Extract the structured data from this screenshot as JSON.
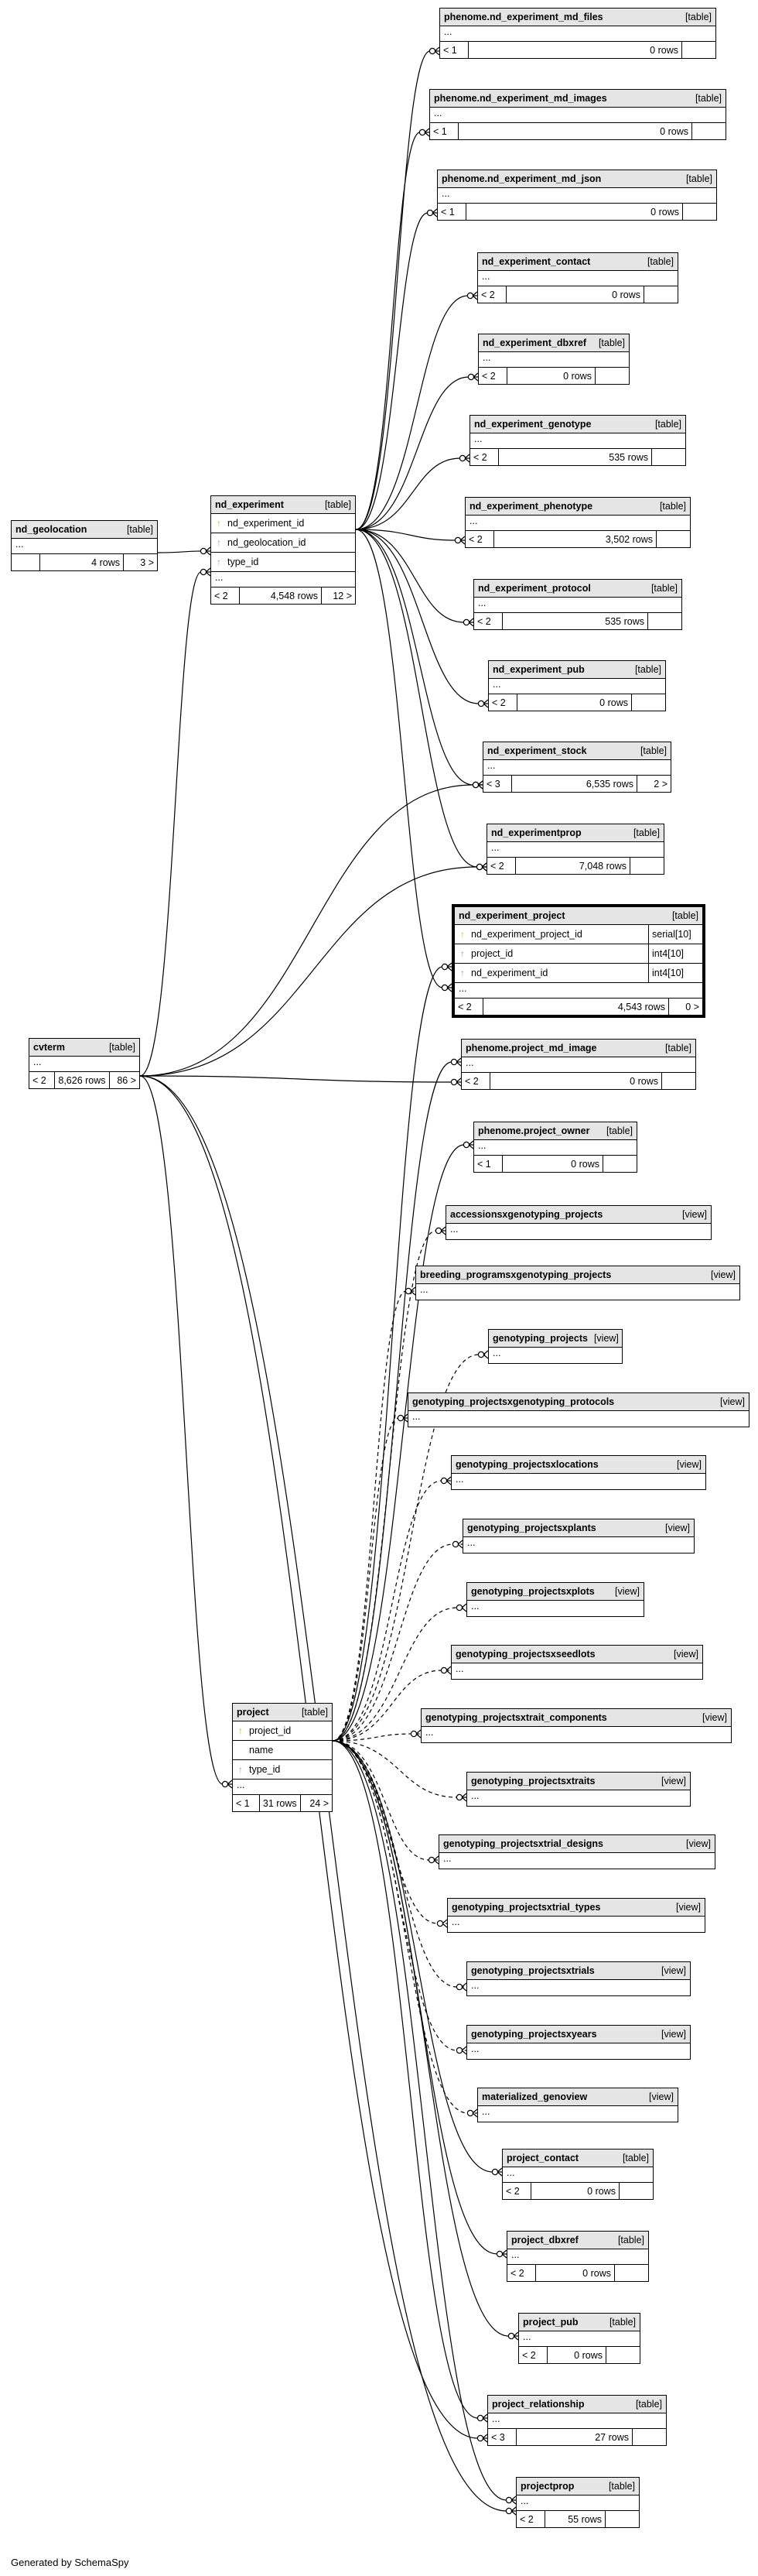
{
  "footer": "Generated by SchemaSpy",
  "colors": {
    "primary_key": "#e3b400",
    "foreign_key": "#9a9a9a",
    "header_bg": "#e5e5e5"
  },
  "tables": [
    {
      "id": "t_md_files",
      "name": "phenome.nd_experiment_md_files",
      "kind": "[table]",
      "columns": [],
      "stats": {
        "parents": "< 1",
        "rows": "0 rows",
        "children": ""
      }
    },
    {
      "id": "t_md_images",
      "name": "phenome.nd_experiment_md_images",
      "kind": "[table]",
      "columns": [],
      "stats": {
        "parents": "< 1",
        "rows": "0 rows",
        "children": ""
      }
    },
    {
      "id": "t_md_json",
      "name": "phenome.nd_experiment_md_json",
      "kind": "[table]",
      "columns": [],
      "stats": {
        "parents": "< 1",
        "rows": "0 rows",
        "children": ""
      }
    },
    {
      "id": "t_contact",
      "name": "nd_experiment_contact",
      "kind": "[table]",
      "columns": [],
      "stats": {
        "parents": "< 2",
        "rows": "0 rows",
        "children": ""
      }
    },
    {
      "id": "t_dbxref",
      "name": "nd_experiment_dbxref",
      "kind": "[table]",
      "columns": [],
      "stats": {
        "parents": "< 2",
        "rows": "0 rows",
        "children": ""
      }
    },
    {
      "id": "t_genotype",
      "name": "nd_experiment_genotype",
      "kind": "[table]",
      "columns": [],
      "stats": {
        "parents": "< 2",
        "rows": "535 rows",
        "children": ""
      }
    },
    {
      "id": "t_phenotype",
      "name": "nd_experiment_phenotype",
      "kind": "[table]",
      "columns": [],
      "stats": {
        "parents": "< 2",
        "rows": "3,502 rows",
        "children": ""
      }
    },
    {
      "id": "t_protocol",
      "name": "nd_experiment_protocol",
      "kind": "[table]",
      "columns": [],
      "stats": {
        "parents": "< 2",
        "rows": "535 rows",
        "children": ""
      }
    },
    {
      "id": "t_pub",
      "name": "nd_experiment_pub",
      "kind": "[table]",
      "columns": [],
      "stats": {
        "parents": "< 2",
        "rows": "0 rows",
        "children": ""
      }
    },
    {
      "id": "t_stock",
      "name": "nd_experiment_stock",
      "kind": "[table]",
      "columns": [],
      "stats": {
        "parents": "< 3",
        "rows": "6,535 rows",
        "children": "2 >"
      }
    },
    {
      "id": "t_prop",
      "name": "nd_experimentprop",
      "kind": "[table]",
      "columns": [],
      "stats": {
        "parents": "< 2",
        "rows": "7,048 rows",
        "children": ""
      }
    },
    {
      "id": "t_geoloc",
      "name": "nd_geolocation",
      "kind": "[table]",
      "columns": [],
      "stats": {
        "parents": "",
        "rows": "4 rows",
        "children": "3 >"
      }
    },
    {
      "id": "t_nd_exp",
      "name": "nd_experiment",
      "kind": "[table]",
      "columns": [
        {
          "name": "nd_experiment_id",
          "key": "pk",
          "type": ""
        },
        {
          "name": "nd_geolocation_id",
          "key": "fk",
          "type": ""
        },
        {
          "name": "type_id",
          "key": "fk",
          "type": ""
        }
      ],
      "stats": {
        "parents": "< 2",
        "rows": "4,548 rows",
        "children": "12 >"
      }
    },
    {
      "id": "t_ndexp_project",
      "name": "nd_experiment_project",
      "kind": "[table]",
      "columns": [
        {
          "name": "nd_experiment_project_id",
          "key": "pk",
          "type": "serial[10]"
        },
        {
          "name": "project_id",
          "key": "fk",
          "type": "int4[10]"
        },
        {
          "name": "nd_experiment_id",
          "key": "fk",
          "type": "int4[10]"
        }
      ],
      "stats": {
        "parents": "< 2",
        "rows": "4,543 rows",
        "children": "0 >"
      }
    },
    {
      "id": "t_cvterm",
      "name": "cvterm",
      "kind": "[table]",
      "columns": [],
      "stats": {
        "parents": "< 2",
        "rows": "8,626 rows",
        "children": "86 >"
      }
    },
    {
      "id": "t_pmd_image",
      "name": "phenome.project_md_image",
      "kind": "[table]",
      "columns": [],
      "stats": {
        "parents": "< 2",
        "rows": "0 rows",
        "children": ""
      }
    },
    {
      "id": "t_powner",
      "name": "phenome.project_owner",
      "kind": "[table]",
      "columns": [],
      "stats": {
        "parents": "< 1",
        "rows": "0 rows",
        "children": ""
      }
    },
    {
      "id": "v_acc",
      "name": "accessionsxgenotyping_projects",
      "kind": "[view]"
    },
    {
      "id": "v_bp",
      "name": "breeding_programsxgenotyping_projects",
      "kind": "[view]"
    },
    {
      "id": "v_gp",
      "name": "genotyping_projects",
      "kind": "[view]"
    },
    {
      "id": "v_gpgp",
      "name": "genotyping_projectsxgenotyping_protocols",
      "kind": "[view]"
    },
    {
      "id": "v_loc",
      "name": "genotyping_projectsxlocations",
      "kind": "[view]"
    },
    {
      "id": "v_plants",
      "name": "genotyping_projectsxplants",
      "kind": "[view]"
    },
    {
      "id": "v_plots",
      "name": "genotyping_projectsxplots",
      "kind": "[view]"
    },
    {
      "id": "v_seed",
      "name": "genotyping_projectsxseedlots",
      "kind": "[view]"
    },
    {
      "id": "v_tc",
      "name": "genotyping_projectsxtrait_components",
      "kind": "[view]"
    },
    {
      "id": "v_traits",
      "name": "genotyping_projectsxtraits",
      "kind": "[view]"
    },
    {
      "id": "v_td",
      "name": "genotyping_projectsxtrial_designs",
      "kind": "[view]"
    },
    {
      "id": "v_tt",
      "name": "genotyping_projectsxtrial_types",
      "kind": "[view]"
    },
    {
      "id": "v_trials",
      "name": "genotyping_projectsxtrials",
      "kind": "[view]"
    },
    {
      "id": "v_years",
      "name": "genotyping_projectsxyears",
      "kind": "[view]"
    },
    {
      "id": "v_mat",
      "name": "materialized_genoview",
      "kind": "[view]"
    },
    {
      "id": "t_project",
      "name": "project",
      "kind": "[table]",
      "columns": [
        {
          "name": "project_id",
          "key": "pk",
          "type": ""
        },
        {
          "name": "name",
          "key": "",
          "type": ""
        },
        {
          "name": "type_id",
          "key": "fk",
          "type": ""
        }
      ],
      "stats": {
        "parents": "< 1",
        "rows": "31 rows",
        "children": "24 >"
      }
    },
    {
      "id": "t_pcontact",
      "name": "project_contact",
      "kind": "[table]",
      "columns": [],
      "stats": {
        "parents": "< 2",
        "rows": "0 rows",
        "children": ""
      }
    },
    {
      "id": "t_pdbxref",
      "name": "project_dbxref",
      "kind": "[table]",
      "columns": [],
      "stats": {
        "parents": "< 2",
        "rows": "0 rows",
        "children": ""
      }
    },
    {
      "id": "t_ppub",
      "name": "project_pub",
      "kind": "[table]",
      "columns": [],
      "stats": {
        "parents": "< 2",
        "rows": "0 rows",
        "children": ""
      }
    },
    {
      "id": "t_prel",
      "name": "project_relationship",
      "kind": "[table]",
      "columns": [],
      "stats": {
        "parents": "< 3",
        "rows": "27 rows",
        "children": ""
      }
    },
    {
      "id": "t_pprop",
      "name": "projectprop",
      "kind": "[table]",
      "columns": [],
      "stats": {
        "parents": "< 2",
        "rows": "55 rows",
        "children": ""
      }
    }
  ]
}
